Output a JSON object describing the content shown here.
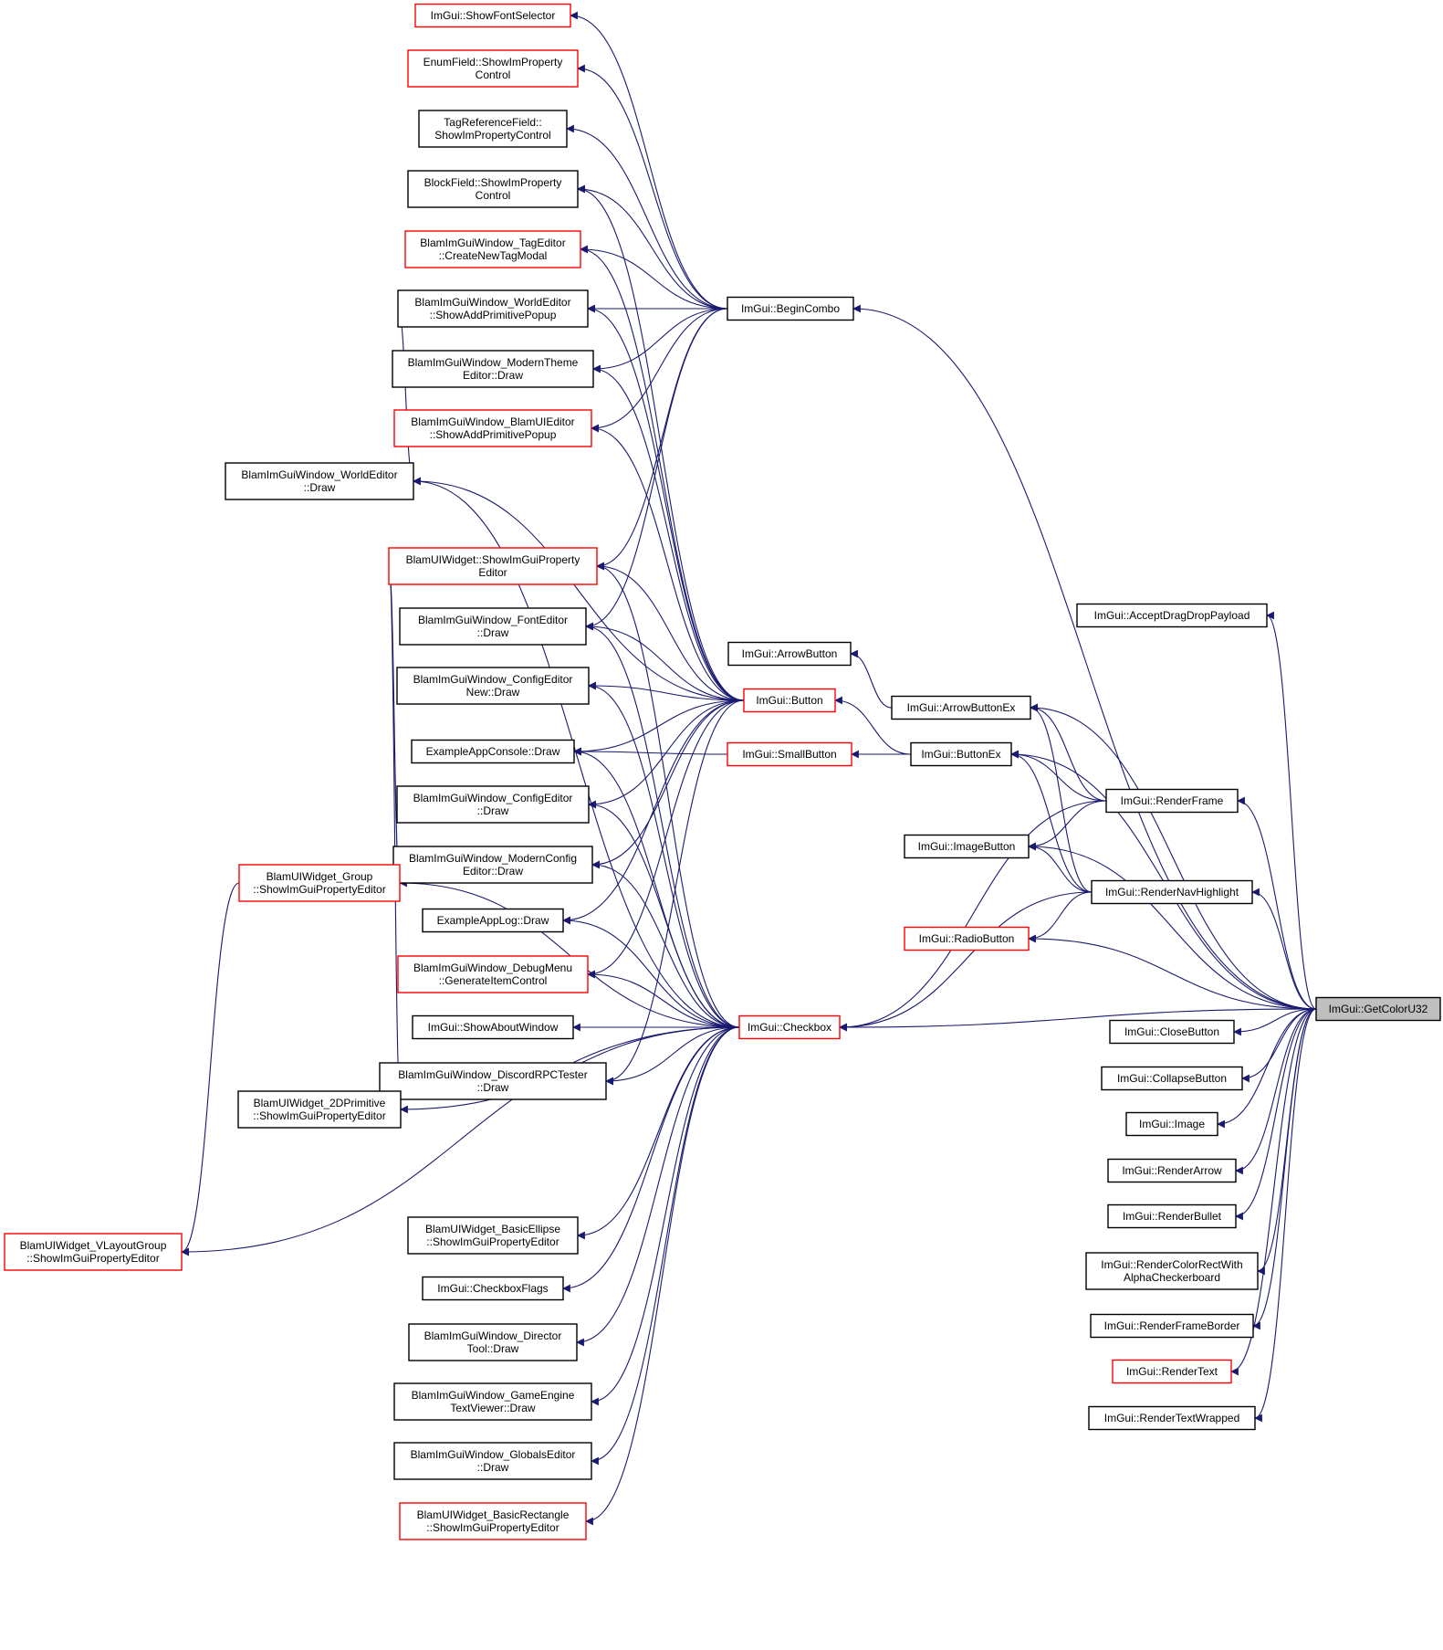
{
  "colors": {
    "edge": "#191970",
    "node_border": "#000000",
    "node_border_truncated": "#ff0000",
    "focus_fill": "#bfbfbf"
  },
  "nodes": [
    {
      "id": "ShowFontSelector",
      "lines": [
        "ImGui::ShowFontSelector"
      ],
      "style": "red"
    },
    {
      "id": "EnumField",
      "lines": [
        "EnumField::ShowImProperty",
        "Control"
      ],
      "style": "red"
    },
    {
      "id": "TagRef",
      "lines": [
        "TagReferenceField::",
        "ShowImPropertyControl"
      ],
      "style": "black"
    },
    {
      "id": "BlockField",
      "lines": [
        "BlockField::ShowImProperty",
        "Control"
      ],
      "style": "black"
    },
    {
      "id": "TagEditor",
      "lines": [
        "BlamImGuiWindow_TagEditor",
        "::CreateNewTagModal"
      ],
      "style": "red"
    },
    {
      "id": "WE_AddPrim",
      "lines": [
        "BlamImGuiWindow_WorldEditor",
        "::ShowAddPrimitivePopup"
      ],
      "style": "black"
    },
    {
      "id": "ModernTheme",
      "lines": [
        "BlamImGuiWindow_ModernTheme",
        "Editor::Draw"
      ],
      "style": "black"
    },
    {
      "id": "BlamUIEditor",
      "lines": [
        "BlamImGuiWindow_BlamUIEditor",
        "::ShowAddPrimitivePopup"
      ],
      "style": "red"
    },
    {
      "id": "WE_Draw",
      "lines": [
        "BlamImGuiWindow_WorldEditor",
        "::Draw"
      ],
      "style": "black"
    },
    {
      "id": "UIWidget",
      "lines": [
        "BlamUIWidget::ShowImGuiProperty",
        "Editor"
      ],
      "style": "red"
    },
    {
      "id": "FontEditor",
      "lines": [
        "BlamImGuiWindow_FontEditor",
        "::Draw"
      ],
      "style": "black"
    },
    {
      "id": "ConfigEditorNew",
      "lines": [
        "BlamImGuiWindow_ConfigEditor",
        "New::Draw"
      ],
      "style": "black"
    },
    {
      "id": "AppConsole",
      "lines": [
        "ExampleAppConsole::Draw"
      ],
      "style": "black"
    },
    {
      "id": "ConfigEditor",
      "lines": [
        "BlamImGuiWindow_ConfigEditor",
        "::Draw"
      ],
      "style": "black"
    },
    {
      "id": "ModernConfig",
      "lines": [
        "BlamImGuiWindow_ModernConfig",
        "Editor::Draw"
      ],
      "style": "black"
    },
    {
      "id": "AppLog",
      "lines": [
        "ExampleAppLog::Draw"
      ],
      "style": "black"
    },
    {
      "id": "DebugMenu",
      "lines": [
        "BlamImGuiWindow_DebugMenu",
        "::GenerateItemControl"
      ],
      "style": "red"
    },
    {
      "id": "AboutWindow",
      "lines": [
        "ImGui::ShowAboutWindow"
      ],
      "style": "black"
    },
    {
      "id": "DiscordRPC",
      "lines": [
        "BlamImGuiWindow_DiscordRPCTester",
        "::Draw"
      ],
      "style": "black"
    },
    {
      "id": "BasicEllipse",
      "lines": [
        "BlamUIWidget_BasicEllipse",
        "::ShowImGuiPropertyEditor"
      ],
      "style": "black"
    },
    {
      "id": "CheckboxFlags",
      "lines": [
        "ImGui::CheckboxFlags"
      ],
      "style": "black"
    },
    {
      "id": "DirectorTool",
      "lines": [
        "BlamImGuiWindow_Director",
        "Tool::Draw"
      ],
      "style": "black"
    },
    {
      "id": "GameEngineText",
      "lines": [
        "BlamImGuiWindow_GameEngine",
        "TextViewer::Draw"
      ],
      "style": "black"
    },
    {
      "id": "GlobalsEditor",
      "lines": [
        "BlamImGuiWindow_GlobalsEditor",
        "::Draw"
      ],
      "style": "black"
    },
    {
      "id": "BasicRect",
      "lines": [
        "BlamUIWidget_BasicRectangle",
        "::ShowImGuiPropertyEditor"
      ],
      "style": "red"
    },
    {
      "id": "Group",
      "lines": [
        "BlamUIWidget_Group",
        "::ShowImGuiPropertyEditor"
      ],
      "style": "red"
    },
    {
      "id": "Prim2D",
      "lines": [
        "BlamUIWidget_2DPrimitive",
        "::ShowImGuiPropertyEditor"
      ],
      "style": "black"
    },
    {
      "id": "VLayout",
      "lines": [
        "BlamUIWidget_VLayoutGroup",
        "::ShowImGuiPropertyEditor"
      ],
      "style": "red"
    },
    {
      "id": "BeginCombo",
      "lines": [
        "ImGui::BeginCombo"
      ],
      "style": "black"
    },
    {
      "id": "ArrowButton",
      "lines": [
        "ImGui::ArrowButton"
      ],
      "style": "black"
    },
    {
      "id": "Button",
      "lines": [
        "ImGui::Button"
      ],
      "style": "red"
    },
    {
      "id": "SmallButton",
      "lines": [
        "ImGui::SmallButton"
      ],
      "style": "red"
    },
    {
      "id": "Checkbox",
      "lines": [
        "ImGui::Checkbox"
      ],
      "style": "red"
    },
    {
      "id": "ArrowButtonEx",
      "lines": [
        "ImGui::ArrowButtonEx"
      ],
      "style": "black"
    },
    {
      "id": "ButtonEx",
      "lines": [
        "ImGui::ButtonEx"
      ],
      "style": "black"
    },
    {
      "id": "ImageButton",
      "lines": [
        "ImGui::ImageButton"
      ],
      "style": "black"
    },
    {
      "id": "RadioButton",
      "lines": [
        "ImGui::RadioButton"
      ],
      "style": "red"
    },
    {
      "id": "AcceptDragDrop",
      "lines": [
        "ImGui::AcceptDragDropPayload"
      ],
      "style": "black"
    },
    {
      "id": "RenderFrame",
      "lines": [
        "ImGui::RenderFrame"
      ],
      "style": "black"
    },
    {
      "id": "RenderNavHighlight",
      "lines": [
        "ImGui::RenderNavHighlight"
      ],
      "style": "black"
    },
    {
      "id": "CloseButton",
      "lines": [
        "ImGui::CloseButton"
      ],
      "style": "black"
    },
    {
      "id": "CollapseButton",
      "lines": [
        "ImGui::CollapseButton"
      ],
      "style": "black"
    },
    {
      "id": "Image",
      "lines": [
        "ImGui::Image"
      ],
      "style": "black"
    },
    {
      "id": "RenderArrow",
      "lines": [
        "ImGui::RenderArrow"
      ],
      "style": "black"
    },
    {
      "id": "RenderBullet",
      "lines": [
        "ImGui::RenderBullet"
      ],
      "style": "black"
    },
    {
      "id": "RenderColorRect",
      "lines": [
        "ImGui::RenderColorRectWith",
        "AlphaCheckerboard"
      ],
      "style": "black"
    },
    {
      "id": "RenderFrameBorder",
      "lines": [
        "ImGui::RenderFrameBorder"
      ],
      "style": "black"
    },
    {
      "id": "RenderText",
      "lines": [
        "ImGui::RenderText"
      ],
      "style": "red"
    },
    {
      "id": "RenderTextWrapped",
      "lines": [
        "ImGui::RenderTextWrapped"
      ],
      "style": "black"
    },
    {
      "id": "GetColorU32",
      "lines": [
        "ImGui::GetColorU32"
      ],
      "style": "grey"
    }
  ],
  "edges": [
    [
      "ShowFontSelector",
      "BeginCombo"
    ],
    [
      "EnumField",
      "BeginCombo"
    ],
    [
      "TagRef",
      "BeginCombo"
    ],
    [
      "BlockField",
      "BeginCombo"
    ],
    [
      "TagEditor",
      "BeginCombo"
    ],
    [
      "WE_AddPrim",
      "BeginCombo"
    ],
    [
      "ModernTheme",
      "BeginCombo"
    ],
    [
      "BlamUIEditor",
      "BeginCombo"
    ],
    [
      "UIWidget",
      "BeginCombo"
    ],
    [
      "FontEditor",
      "BeginCombo"
    ],
    [
      "WE_Draw",
      "WE_AddPrim"
    ],
    [
      "BlockField",
      "Button"
    ],
    [
      "TagEditor",
      "Button"
    ],
    [
      "WE_AddPrim",
      "Button"
    ],
    [
      "ModernTheme",
      "Button"
    ],
    [
      "BlamUIEditor",
      "Button"
    ],
    [
      "WE_Draw",
      "Button"
    ],
    [
      "UIWidget",
      "Button"
    ],
    [
      "FontEditor",
      "Button"
    ],
    [
      "ConfigEditorNew",
      "Button"
    ],
    [
      "AppConsole",
      "Button"
    ],
    [
      "ConfigEditor",
      "Button"
    ],
    [
      "ModernConfig",
      "Button"
    ],
    [
      "AppLog",
      "Button"
    ],
    [
      "DebugMenu",
      "Button"
    ],
    [
      "DiscordRPC",
      "Button"
    ],
    [
      "AppConsole",
      "SmallButton"
    ],
    [
      "UIWidget",
      "Checkbox"
    ],
    [
      "FontEditor",
      "Checkbox"
    ],
    [
      "ConfigEditorNew",
      "Checkbox"
    ],
    [
      "AppConsole",
      "Checkbox"
    ],
    [
      "ConfigEditor",
      "Checkbox"
    ],
    [
      "ModernConfig",
      "Checkbox"
    ],
    [
      "AppLog",
      "Checkbox"
    ],
    [
      "DebugMenu",
      "Checkbox"
    ],
    [
      "AboutWindow",
      "Checkbox"
    ],
    [
      "DiscordRPC",
      "Checkbox"
    ],
    [
      "BasicEllipse",
      "Checkbox"
    ],
    [
      "CheckboxFlags",
      "Checkbox"
    ],
    [
      "DirectorTool",
      "Checkbox"
    ],
    [
      "GameEngineText",
      "Checkbox"
    ],
    [
      "GlobalsEditor",
      "Checkbox"
    ],
    [
      "BasicRect",
      "Checkbox"
    ],
    [
      "Group",
      "Checkbox"
    ],
    [
      "Prim2D",
      "Checkbox"
    ],
    [
      "VLayout",
      "Checkbox"
    ],
    [
      "WE_Draw",
      "Checkbox"
    ],
    [
      "Group",
      "UIWidget"
    ],
    [
      "Prim2D",
      "UIWidget"
    ],
    [
      "VLayout",
      "Group"
    ],
    [
      "ArrowButton",
      "ArrowButtonEx"
    ],
    [
      "Button",
      "ButtonEx"
    ],
    [
      "SmallButton",
      "ButtonEx"
    ],
    [
      "ArrowButtonEx",
      "RenderFrame"
    ],
    [
      "ButtonEx",
      "RenderFrame"
    ],
    [
      "ImageButton",
      "RenderFrame"
    ],
    [
      "Checkbox",
      "RenderFrame"
    ],
    [
      "ArrowButtonEx",
      "RenderNavHighlight"
    ],
    [
      "ButtonEx",
      "RenderNavHighlight"
    ],
    [
      "ImageButton",
      "RenderNavHighlight"
    ],
    [
      "Checkbox",
      "RenderNavHighlight"
    ],
    [
      "RadioButton",
      "RenderNavHighlight"
    ],
    [
      "BeginCombo",
      "GetColorU32"
    ],
    [
      "AcceptDragDrop",
      "GetColorU32"
    ],
    [
      "ArrowButtonEx",
      "GetColorU32"
    ],
    [
      "ButtonEx",
      "GetColorU32"
    ],
    [
      "RenderFrame",
      "GetColorU32"
    ],
    [
      "ImageButton",
      "GetColorU32"
    ],
    [
      "RenderNavHighlight",
      "GetColorU32"
    ],
    [
      "RadioButton",
      "GetColorU32"
    ],
    [
      "Checkbox",
      "GetColorU32"
    ],
    [
      "CloseButton",
      "GetColorU32"
    ],
    [
      "CollapseButton",
      "GetColorU32"
    ],
    [
      "Image",
      "GetColorU32"
    ],
    [
      "RenderArrow",
      "GetColorU32"
    ],
    [
      "RenderBullet",
      "GetColorU32"
    ],
    [
      "RenderColorRect",
      "GetColorU32"
    ],
    [
      "RenderFrameBorder",
      "GetColorU32"
    ],
    [
      "RenderText",
      "GetColorU32"
    ],
    [
      "RenderTextWrapped",
      "GetColorU32"
    ]
  ]
}
